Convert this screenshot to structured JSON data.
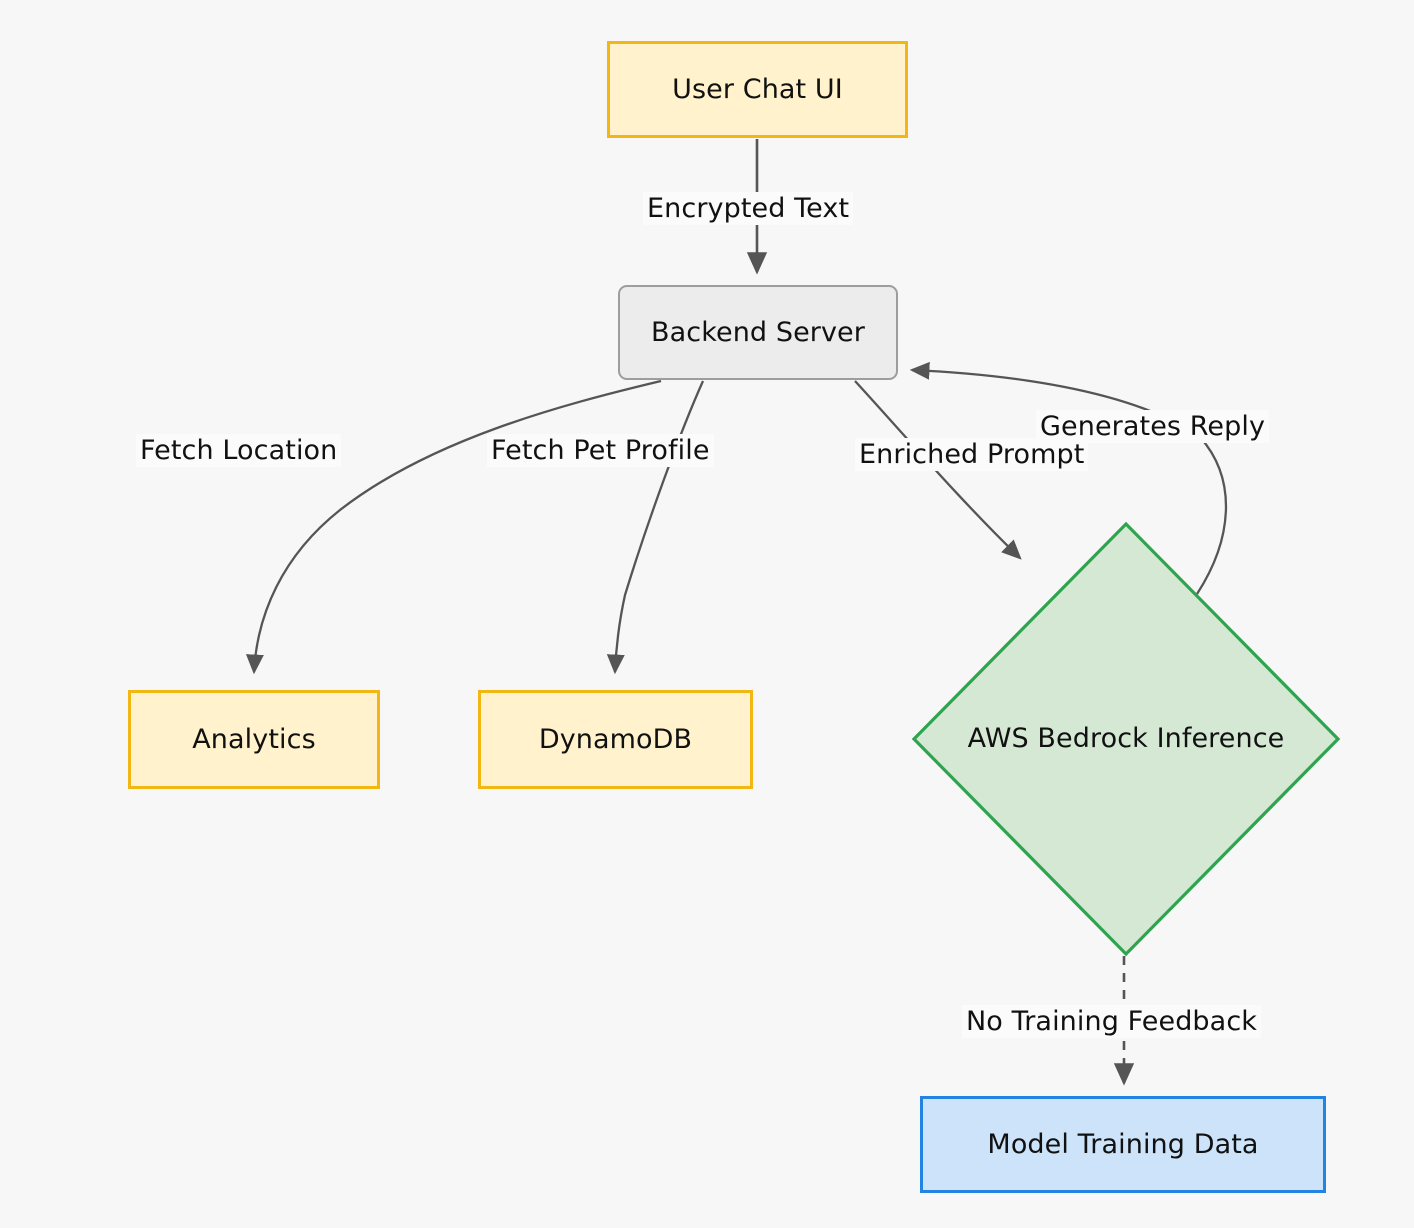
{
  "diagram": {
    "type": "flowchart",
    "direction": "top-down",
    "background_color": "#f7f7f7",
    "nodes": [
      {
        "id": "user_chat_ui",
        "label": "User Chat UI",
        "shape": "rectangle",
        "fill": "#fff2cc",
        "stroke": "#f2b713"
      },
      {
        "id": "backend_server",
        "label": "Backend Server",
        "shape": "rounded-rectangle",
        "fill": "#ececec",
        "stroke": "#9d9d9d"
      },
      {
        "id": "analytics",
        "label": "Analytics",
        "shape": "rectangle",
        "fill": "#fff2cc",
        "stroke": "#f2b713"
      },
      {
        "id": "dynamodb",
        "label": "DynamoDB",
        "shape": "rectangle",
        "fill": "#fff2cc",
        "stroke": "#f2b713"
      },
      {
        "id": "aws_bedrock_inference",
        "label": "AWS Bedrock Inference",
        "shape": "diamond",
        "fill": "#d5e8d4",
        "stroke": "#2ea44f"
      },
      {
        "id": "model_training_data",
        "label": "Model Training Data",
        "shape": "rectangle",
        "fill": "#cce3fa",
        "stroke": "#2383e2"
      }
    ],
    "edges": [
      {
        "from": "user_chat_ui",
        "to": "backend_server",
        "label": "Encrypted Text",
        "style": "solid",
        "arrow": true
      },
      {
        "from": "backend_server",
        "to": "analytics",
        "label": "Fetch Location",
        "style": "solid",
        "arrow": true
      },
      {
        "from": "backend_server",
        "to": "dynamodb",
        "label": "Fetch Pet Profile",
        "style": "solid",
        "arrow": true
      },
      {
        "from": "backend_server",
        "to": "aws_bedrock_inference",
        "label": "Enriched Prompt",
        "style": "solid",
        "arrow": true
      },
      {
        "from": "aws_bedrock_inference",
        "to": "backend_server",
        "label": "Generates Reply",
        "style": "solid",
        "arrow": true
      },
      {
        "from": "aws_bedrock_inference",
        "to": "model_training_data",
        "label": "No Training Feedback",
        "style": "dashed",
        "arrow": true
      }
    ],
    "edge_color": "#555555"
  }
}
